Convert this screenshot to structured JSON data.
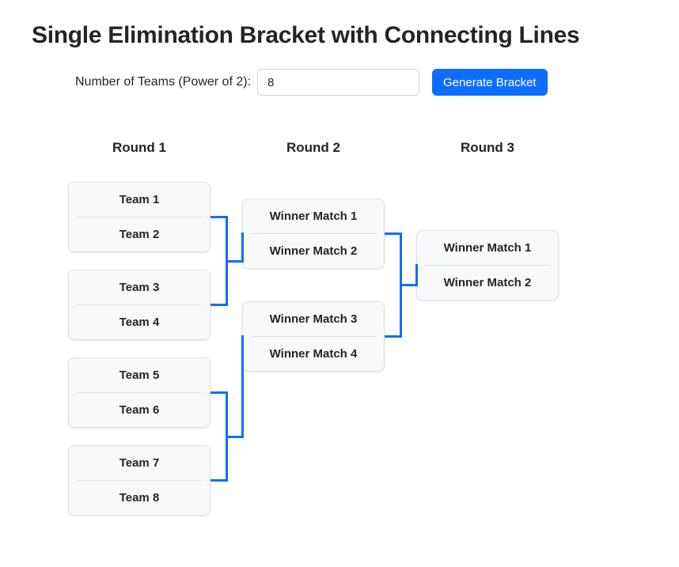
{
  "page_title": "Single Elimination Bracket with Connecting Lines",
  "controls": {
    "teams_label": "Number of Teams (Power of 2):",
    "teams_value": "8",
    "generate_button": "Generate Bracket"
  },
  "bracket": {
    "rounds": [
      {
        "label": "Round 1",
        "matches": [
          {
            "top": "Team 1",
            "bottom": "Team 2"
          },
          {
            "top": "Team 3",
            "bottom": "Team 4"
          },
          {
            "top": "Team 5",
            "bottom": "Team 6"
          },
          {
            "top": "Team 7",
            "bottom": "Team 8"
          }
        ]
      },
      {
        "label": "Round 2",
        "matches": [
          {
            "top": "Winner Match 1",
            "bottom": "Winner Match 2"
          },
          {
            "top": "Winner Match 3",
            "bottom": "Winner Match 4"
          }
        ]
      },
      {
        "label": "Round 3",
        "matches": [
          {
            "top": "Winner Match 1",
            "bottom": "Winner Match 2"
          }
        ]
      }
    ]
  },
  "colors": {
    "accent": "#0d6efd",
    "connector_line": "#0d6efd",
    "match_bg": "#f8f9fa",
    "match_border": "#dee2e6",
    "text": "#212529"
  }
}
